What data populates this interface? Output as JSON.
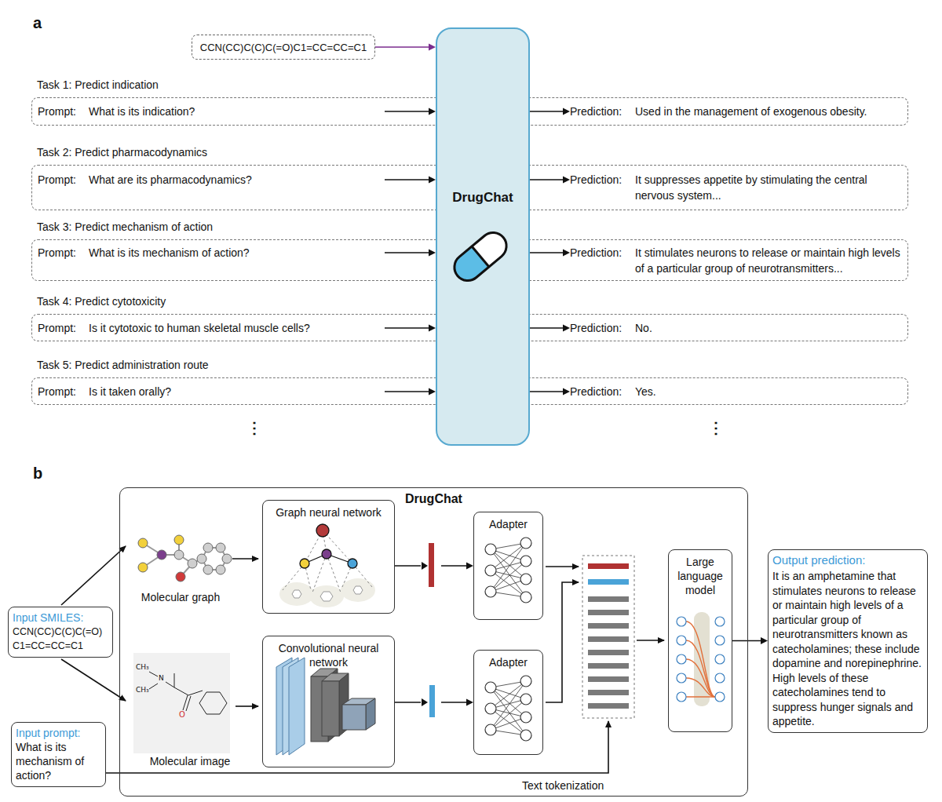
{
  "diagram": {
    "nodes": [
      {
        "text": [
          "CCN(CC)C(C)C(=O)C1=CC=CC=C1"
        ]
      },
      {
        "text": [
          "DrugChat"
        ]
      },
      {
        "text": [
          "Task 1: Predict indication"
        ]
      },
      {
        "text": [
          "Prompt:",
          "What is its indication?"
        ],
        "in": 2
      },
      {
        "text": [
          "Prediction:",
          "Used in the management of exogenous obesity."
        ],
        "in": 2
      },
      {
        "text": [
          "Task 2: Predict pharmacodynamics"
        ]
      },
      {
        "text": [
          "Prompt:",
          "What are its pharmacodynamics?"
        ],
        "in": 5
      },
      {
        "text": [
          "Prediction:",
          "It suppresses appetite by stimulating the central nervous system..."
        ],
        "in": 5
      },
      {
        "text": [
          "Task 3: Predict mechanism of action"
        ]
      },
      {
        "text": [
          "Prompt:",
          "What is its mechanism of action?"
        ],
        "in": 8
      },
      {
        "text": [
          "Prediction:",
          "It stimulates neurons to release or maintain high levels of a particular group of neurotransmitters..."
        ],
        "in": 8
      },
      {
        "text": [
          "Task 4: Predict cytotoxicity"
        ]
      },
      {
        "text": [
          "Prompt:",
          "Is it cytotoxic to human skeletal muscle cells?"
        ],
        "in": 11
      },
      {
        "text": [
          "Prediction:",
          "No."
        ],
        "in": 11
      },
      {
        "text": [
          "Task 5: Predict administration route"
        ]
      },
      {
        "text": [
          "Prompt:",
          "Is it taken orally?"
        ],
        "in": 14
      },
      {
        "text": [
          "Prediction:",
          "Yes."
        ],
        "in": 14
      },
      {
        "text": [
          "DrugChat"
        ]
      },
      {
        "text": [
          "Graph neural network"
        ],
        "in": 17
      },
      {
        "text": [
          "Convolutional neural network"
        ],
        "in": 17
      },
      {
        "text": [
          "Adapter"
        ],
        "in": 17
      },
      {
        "text": [
          "Adapter"
        ],
        "in": 17
      },
      {
        "text": [
          "Large language model"
        ],
        "in": 17
      },
      {
        "text": [
          "Input SMILES:",
          "CCN(CC)C(C)C(=O) C1=CC=CC=C1"
        ]
      },
      {
        "text": [
          "Input prompt:",
          "What is its mechanism of action?"
        ]
      },
      {
        "text": [
          "Output prediction:",
          "It is an amphetamine that stimulates neurons to release or maintain high levels of a particular group of neurotransmitters known as catecholamines; these include dopamine and norepinephrine. High levels of these catecholamines tend to suppress hunger signals and appetite."
        ]
      }
    ],
    "edges": [
      {
        "from": 0,
        "to": 1,
        "arrow": "to"
      },
      {
        "from": 3,
        "to": 1,
        "arrow": "to"
      },
      {
        "from": 1,
        "to": 4,
        "arrow": "to"
      },
      {
        "from": 6,
        "to": 1,
        "arrow": "to"
      },
      {
        "from": 1,
        "to": 7,
        "arrow": "to"
      },
      {
        "from": 9,
        "to": 1,
        "arrow": "to"
      },
      {
        "from": 1,
        "to": 10,
        "arrow": "to"
      },
      {
        "from": 12,
        "to": 1,
        "arrow": "to"
      },
      {
        "from": 1,
        "to": 13,
        "arrow": "to"
      },
      {
        "from": 15,
        "to": 1,
        "arrow": "to"
      },
      {
        "from": 1,
        "to": 16,
        "arrow": "to"
      },
      {
        "from": 18,
        "to": 20,
        "arrow": "to"
      },
      {
        "from": 19,
        "to": 21,
        "arrow": "to"
      },
      {
        "from": 22,
        "to": 25,
        "arrow": "to"
      }
    ],
    "labels": [
      "a",
      "⋮",
      "⋮",
      "b",
      "Molecular graph",
      "Molecular image",
      "CH₃",
      "CH₃",
      "N",
      "O",
      "Text tokenization"
    ]
  }
}
